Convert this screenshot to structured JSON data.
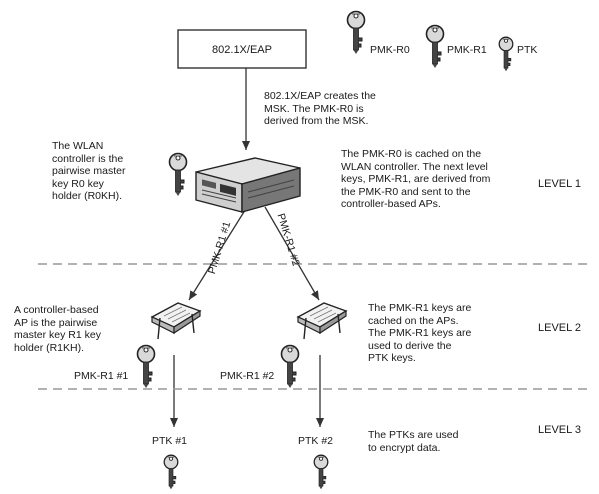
{
  "top_box": {
    "label": "802.1X/EAP"
  },
  "legend": {
    "pmk_r0": "PMK-R0",
    "pmk_r1": "PMK-R1",
    "ptk": "PTK"
  },
  "notes": {
    "msk": "802.1X/EAP creates the\nMSK. The PMK-R0 is\nderived from the MSK.",
    "controller": "The WLAN\ncontroller is the\npairwise master\nkey R0 key\nholder (R0KH).",
    "cached_r0": "The PMK-R0 is cached on the\nWLAN controller. The next level\nkeys, PMK-R1, are derived from\nthe PMK-R0 and sent to the\ncontroller-based APs.",
    "ap": "A controller-based\nAP is the pairwise\nmaster key R1 key\nholder (R1KH).",
    "cached_r1": "The PMK-R1 keys are\ncached on the APs.\nThe PMK-R1 keys are\nused to derive the\nPTK keys.",
    "ptk_use": "The PTKs are used\nto encrypt data."
  },
  "arrows": {
    "left": "PMK-R1 #1",
    "right": "PMK-R1 #2"
  },
  "key_labels": {
    "ap1": "PMK-R1 #1",
    "ap2": "PMK-R1 #2",
    "ptk1": "PTK #1",
    "ptk2": "PTK #2"
  },
  "levels": {
    "l1": "LEVEL 1",
    "l2": "LEVEL 2",
    "l3": "LEVEL 3"
  }
}
